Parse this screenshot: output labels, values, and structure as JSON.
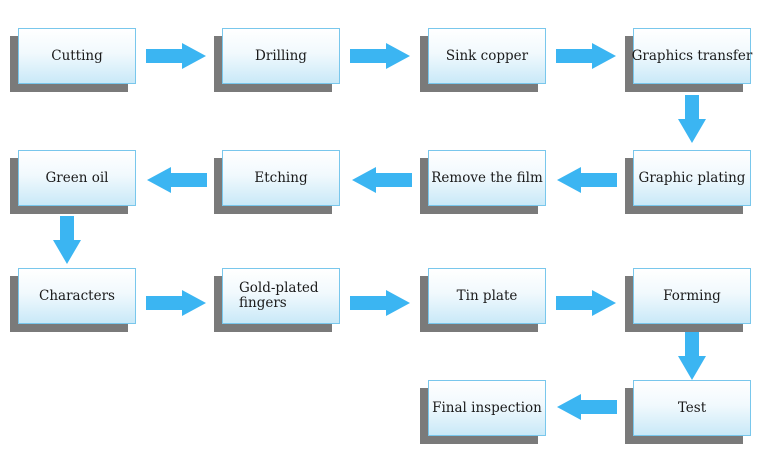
{
  "colors": {
    "arrow": "#3bb5f2",
    "box_border": "#79c7ec",
    "box_fill_top": "#ffffff",
    "box_fill_bottom": "#c9e9f8",
    "shadow": "#7a7a7a"
  },
  "steps": [
    {
      "label": "Cutting"
    },
    {
      "label": "Drilling"
    },
    {
      "label": "Sink copper"
    },
    {
      "label": "Graphics transfer"
    },
    {
      "label": "Graphic plating"
    },
    {
      "label": "Remove the film"
    },
    {
      "label": "Etching"
    },
    {
      "label": "Green oil"
    },
    {
      "label": "Characters"
    },
    {
      "label": "Gold-plated fingers"
    },
    {
      "label": "Tin plate"
    },
    {
      "label": "Forming"
    },
    {
      "label": "Test"
    },
    {
      "label": "Final inspection"
    }
  ],
  "arrows": [
    {
      "from": "Cutting",
      "to": "Drilling",
      "direction": "right"
    },
    {
      "from": "Drilling",
      "to": "Sink copper",
      "direction": "right"
    },
    {
      "from": "Sink copper",
      "to": "Graphics transfer",
      "direction": "right"
    },
    {
      "from": "Graphics transfer",
      "to": "Graphic plating",
      "direction": "down"
    },
    {
      "from": "Graphic plating",
      "to": "Remove the film",
      "direction": "left"
    },
    {
      "from": "Remove the film",
      "to": "Etching",
      "direction": "left"
    },
    {
      "from": "Etching",
      "to": "Green oil",
      "direction": "left"
    },
    {
      "from": "Green oil",
      "to": "Characters",
      "direction": "down"
    },
    {
      "from": "Characters",
      "to": "Gold-plated fingers",
      "direction": "right"
    },
    {
      "from": "Gold-plated fingers",
      "to": "Tin plate",
      "direction": "right"
    },
    {
      "from": "Tin plate",
      "to": "Forming",
      "direction": "right"
    },
    {
      "from": "Forming",
      "to": "Test",
      "direction": "down"
    },
    {
      "from": "Test",
      "to": "Final inspection",
      "direction": "left"
    }
  ]
}
